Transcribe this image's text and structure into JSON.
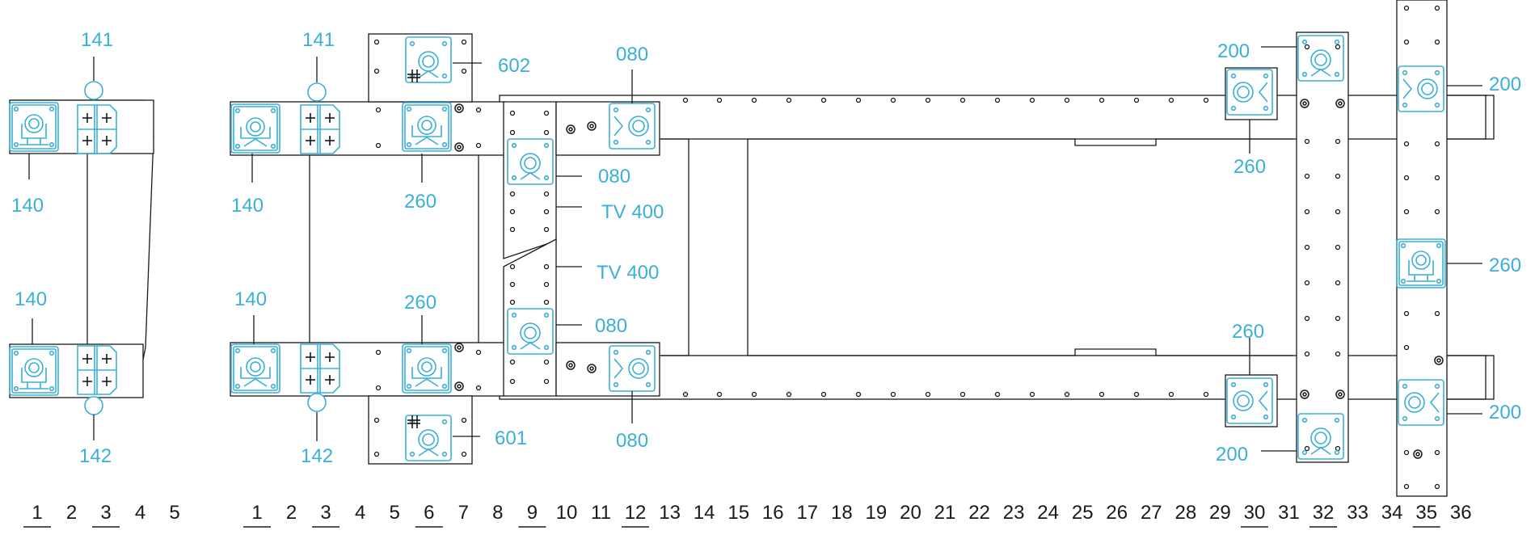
{
  "colors": {
    "line": "#1a1a1a",
    "component": "#3ab0d8",
    "background": "#ffffff"
  },
  "left_view": {
    "labels": {
      "top_coupling": "141",
      "upper_block": "140",
      "lower_block": "140",
      "bottom_coupling": "142"
    },
    "grid_numbers": [
      "1",
      "2",
      "3",
      "4",
      "5"
    ],
    "underlined": [
      "1",
      "3"
    ]
  },
  "main_view": {
    "labels": {
      "top_coupling": "141",
      "upper_left_block": "140",
      "lower_left_block": "140",
      "bottom_coupling": "142",
      "top_extension": "602",
      "bottom_extension": "601",
      "upper_support": "260",
      "lower_support": "260",
      "top_right_080": "080",
      "upper_mid_080": "080",
      "lower_mid_080": "080",
      "bottom_right_080": "080",
      "upper_plate": "TV 400",
      "lower_plate": "TV 400",
      "right_top_200": "200",
      "right_upper_260": "260",
      "right_lower_260": "260",
      "right_bottom_200": "200",
      "far_top_200": "200",
      "far_mid_260": "260",
      "far_bottom_200": "200"
    },
    "grid_numbers": [
      "1",
      "2",
      "3",
      "4",
      "5",
      "6",
      "7",
      "8",
      "9",
      "10",
      "11",
      "12",
      "13",
      "14",
      "15",
      "16",
      "17",
      "18",
      "19",
      "20",
      "21",
      "22",
      "23",
      "24",
      "25",
      "26",
      "27",
      "28",
      "29",
      "30",
      "31",
      "32",
      "33",
      "34",
      "35",
      "36"
    ],
    "underlined": [
      "1",
      "3",
      "6",
      "9",
      "12",
      "30",
      "32",
      "35"
    ]
  }
}
